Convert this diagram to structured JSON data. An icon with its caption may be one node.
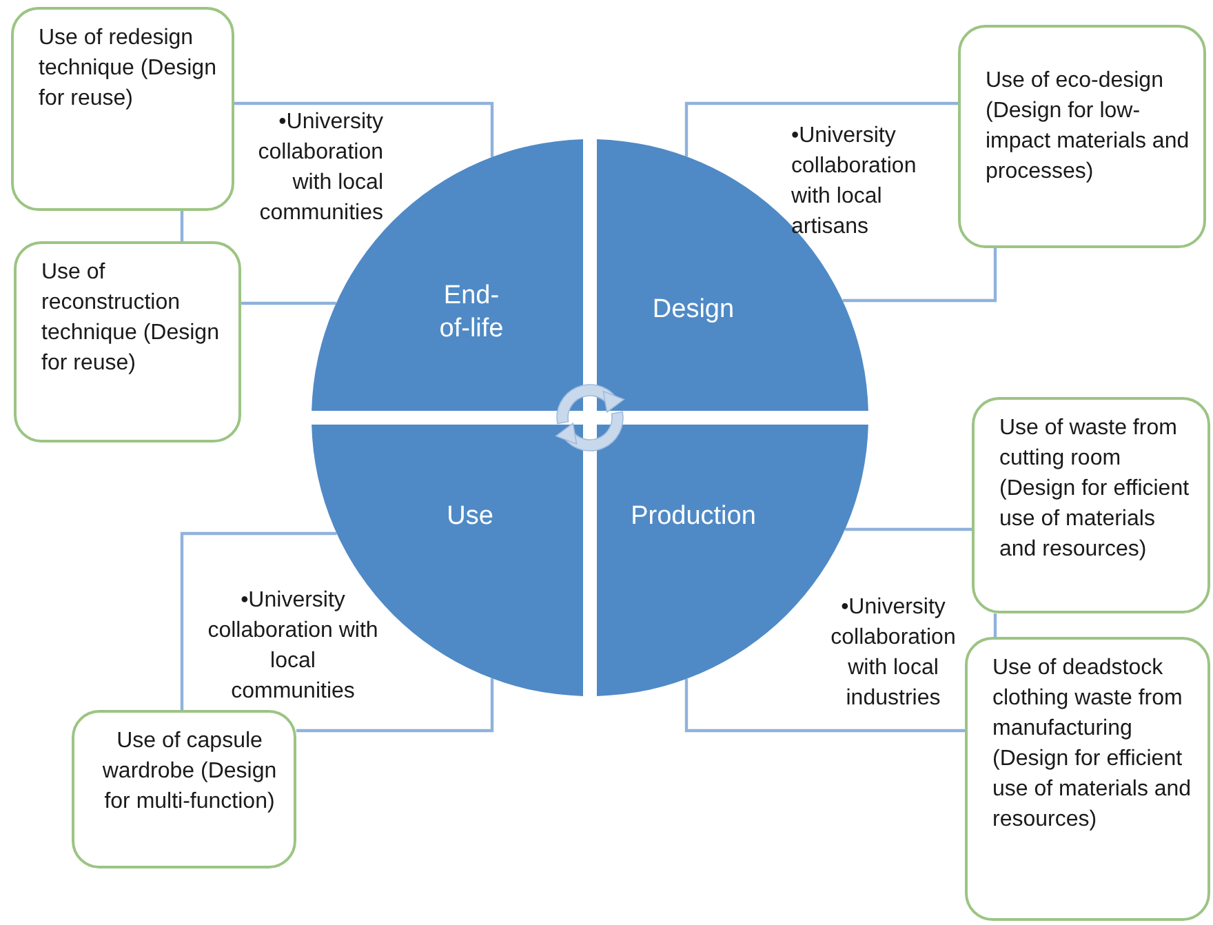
{
  "diagram": {
    "nodes": [
      {
        "text": [
          "End-of-life"
        ]
      },
      {
        "text": [
          "Design"
        ]
      },
      {
        "text": [
          "Use"
        ]
      },
      {
        "text": [
          "Production"
        ]
      },
      {
        "text": [
          "Use of redesign technique (Design for reuse)"
        ]
      },
      {
        "text": [
          "Use of reconstruction technique (Design for reuse)"
        ]
      },
      {
        "text": [
          "Use of eco-design (Design for low-impact materials and processes)"
        ]
      },
      {
        "text": [
          "Use of waste from cutting room (Design for efficient use of materials and resources)"
        ]
      },
      {
        "text": [
          "Use of deadstock clothing waste from manufacturing (Design for efficient use of materials and resources)"
        ]
      },
      {
        "text": [
          "Use of capsule wardrobe (Design for multi-function)"
        ]
      }
    ],
    "edges": [
      {
        "from": 4,
        "to": 0,
        "arrow": "none"
      },
      {
        "from": 4,
        "to": 5,
        "arrow": "none"
      },
      {
        "from": 5,
        "to": 0,
        "arrow": "none"
      },
      {
        "from": 6,
        "to": 1,
        "arrow": "none"
      },
      {
        "from": 6,
        "to": 1,
        "arrow": "none"
      },
      {
        "from": 7,
        "to": 3,
        "arrow": "none"
      },
      {
        "from": 7,
        "to": 8,
        "arrow": "none"
      },
      {
        "from": 8,
        "to": 3,
        "arrow": "none"
      },
      {
        "from": 9,
        "to": 2,
        "arrow": "none"
      },
      {
        "from": 9,
        "to": 2,
        "arrow": "none"
      }
    ],
    "labels": [
      "•University collaboration with local communities",
      "•University collaboration with local artisans",
      "•University collaboration with local communities",
      "•University collaboration with local industries"
    ]
  }
}
